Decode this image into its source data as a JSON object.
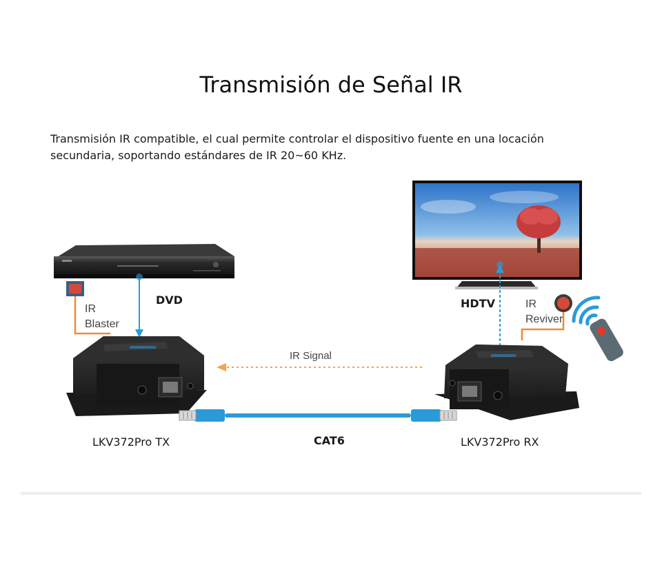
{
  "title": "Transmisión de Señal IR",
  "description": "Transmisión IR compatible, el cual permite controlar el dispositivo fuente en una locación secundaria, soportando estándares de IR 20~60 KHz.",
  "labels": {
    "dvd": "DVD",
    "ir_blaster": "IR\nBlaster",
    "hdtv": "HDTV",
    "ir_reviver": "IR\nReviver",
    "ir_signal": "IR Signal",
    "cat6": "CAT6",
    "tx": "LKV372Pro TX",
    "rx": "LKV372Pro RX"
  },
  "colors": {
    "accent_blue": "#2a9bd8",
    "ir_orange": "#f0893a",
    "signal_orange": "#f6a14c",
    "device_dark": "#222222",
    "ir_red": "#c0392b"
  },
  "icons": {
    "dvd_player": "dvd-player-icon",
    "tv": "tv-icon",
    "tx_unit": "hdmi-extender-tx-icon",
    "rx_unit": "hdmi-extender-rx-icon",
    "remote": "remote-control-icon",
    "ir_blaster_sensor": "ir-blaster-icon",
    "ir_receiver_sensor": "ir-receiver-icon"
  }
}
